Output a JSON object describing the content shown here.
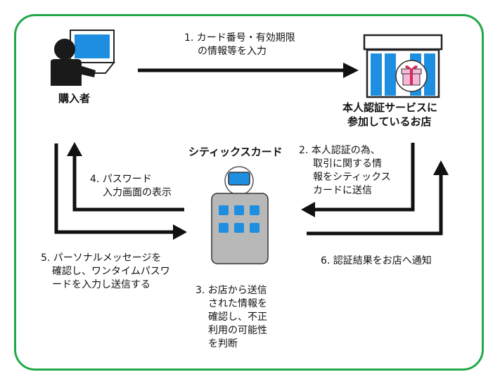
{
  "actors": {
    "buyer": "購入者",
    "store_line1": "本人認証サービスに",
    "store_line2": "参加しているお店",
    "card_company": "シティックスカード"
  },
  "steps": {
    "s1_line1": "1. カード番号・有効期限",
    "s1_line2": "の情報等を入力",
    "s2_line1": "2. 本人認証の為、",
    "s2_line2": "取引に関する情",
    "s2_line3": "報をシティックス",
    "s2_line4": "カードに送信",
    "s3_line1": "3. お店から送信",
    "s3_line2": "された情報を",
    "s3_line3": "確認し、不正",
    "s3_line4": "利用の可能性",
    "s3_line5": "を判断",
    "s4_line1": "4. パスワード",
    "s4_line2": "入力画面の表示",
    "s5_line1": "5. パーソナルメッセージを",
    "s5_line2": "確認し、ワンタイムパスワ",
    "s5_line3": "ードを入力し送信する",
    "s6_line1": "6. 認証結果をお店へ通知"
  },
  "colors": {
    "frame": "#22a84a",
    "accent_blue": "#1e8fe0",
    "arrow": "#111111",
    "building_gray": "#b8b8b8",
    "gift_pink": "#f4b8d8",
    "ribbon_red": "#d42a5a"
  },
  "icons": {
    "buyer": "person-at-computer-icon",
    "store": "shop-icon",
    "card_company": "building-icon"
  }
}
